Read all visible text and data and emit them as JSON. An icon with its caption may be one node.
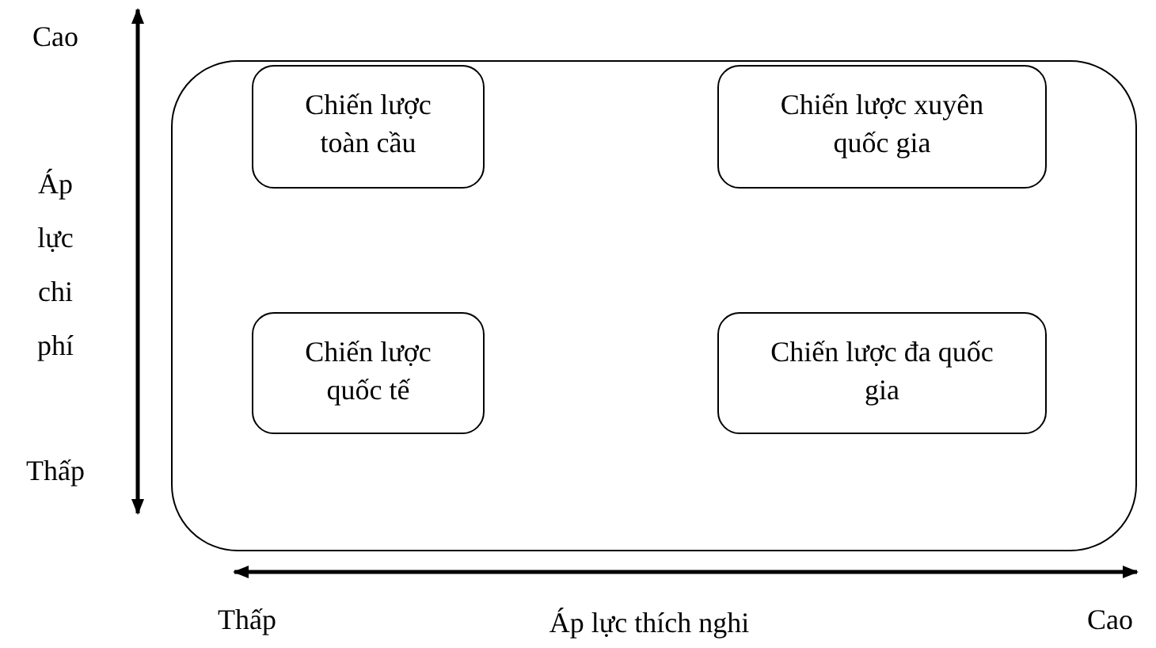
{
  "diagram": {
    "nodes": [
      {
        "text": [],
        "shape": "box"
      },
      {
        "text": [
          "Chiến lược toàn cầu"
        ],
        "in": 0
      },
      {
        "text": [
          "Chiến lược xuyên quốc gia"
        ],
        "in": 0
      },
      {
        "text": [
          "Chiến lược quốc tế"
        ],
        "in": 0
      },
      {
        "text": [
          "Chiến lược đa quốc gia"
        ],
        "in": 0
      }
    ],
    "edges": [],
    "labels": [
      "Cao",
      "Áp lực chi phí",
      "Thấp",
      "Thấp",
      "Áp lực thích nghi",
      "Cao"
    ]
  }
}
